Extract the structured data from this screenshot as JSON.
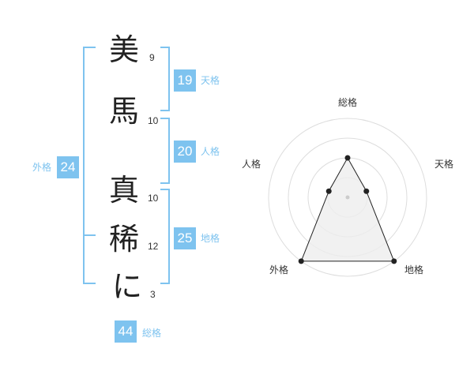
{
  "name": {
    "characters": [
      {
        "char": "美",
        "strokes": "9"
      },
      {
        "char": "馬",
        "strokes": "10"
      },
      {
        "char": "真",
        "strokes": "10"
      },
      {
        "char": "稀",
        "strokes": "12"
      },
      {
        "char": "に",
        "strokes": "3"
      }
    ]
  },
  "fortunes": {
    "tenkaku": {
      "value": "19",
      "label": "天格"
    },
    "jinkaku": {
      "value": "20",
      "label": "人格"
    },
    "chikaku": {
      "value": "25",
      "label": "地格"
    },
    "gaikaku": {
      "value": "24",
      "label": "外格"
    },
    "soukaku": {
      "value": "44",
      "label": "総格"
    }
  },
  "radar": {
    "axes": [
      "総格",
      "天格",
      "地格",
      "外格",
      "人格"
    ],
    "levels": 4,
    "values": [
      2,
      1,
      4,
      4,
      1
    ],
    "colors": {
      "grid": "#dddddd",
      "fill": "#eeeeee",
      "line": "#222222",
      "center": "#cccccc"
    }
  }
}
